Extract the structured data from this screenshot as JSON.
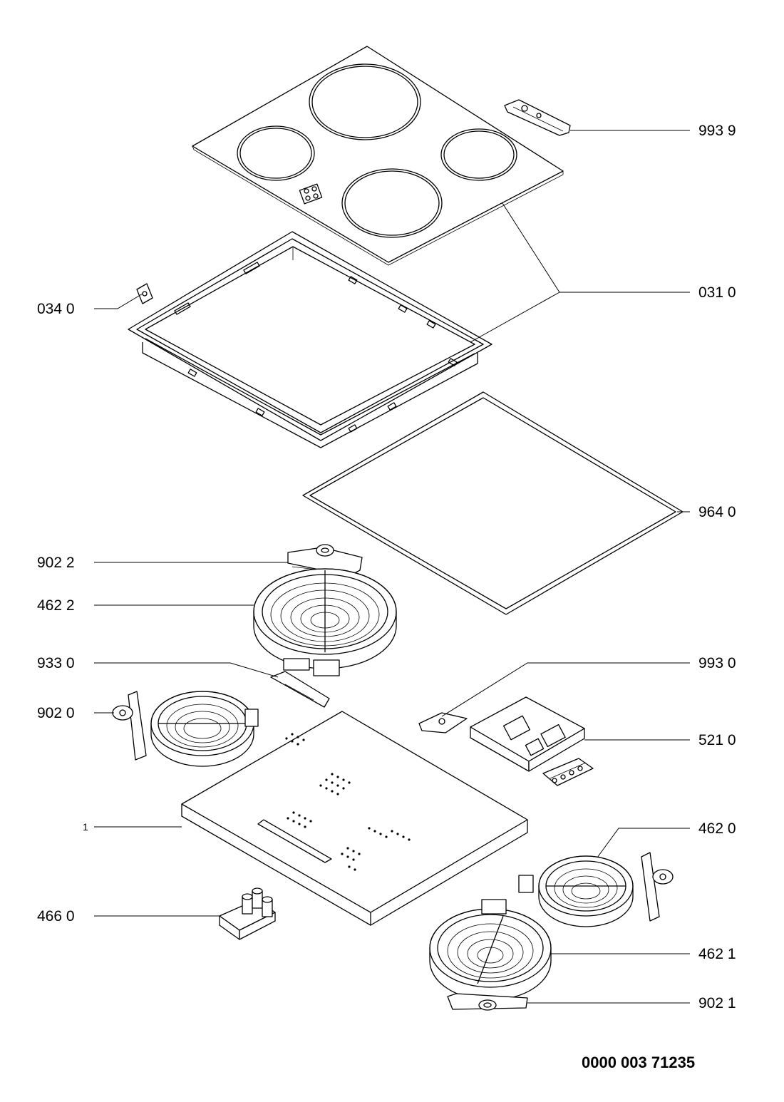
{
  "callouts": {
    "c9939": "993 9",
    "c0310": "031 0",
    "c0340": "034 0",
    "c9640": "964 0",
    "c9022": "902 2",
    "c4622": "462 2",
    "c9330": "933 0",
    "c9930": "993 0",
    "c9020": "902 0",
    "c5210": "521 0",
    "c1": "1",
    "c4620": "462 0",
    "c4660": "466 0",
    "c4621": "462 1",
    "c9021": "902 1"
  },
  "document_number": "0000 003 71235"
}
